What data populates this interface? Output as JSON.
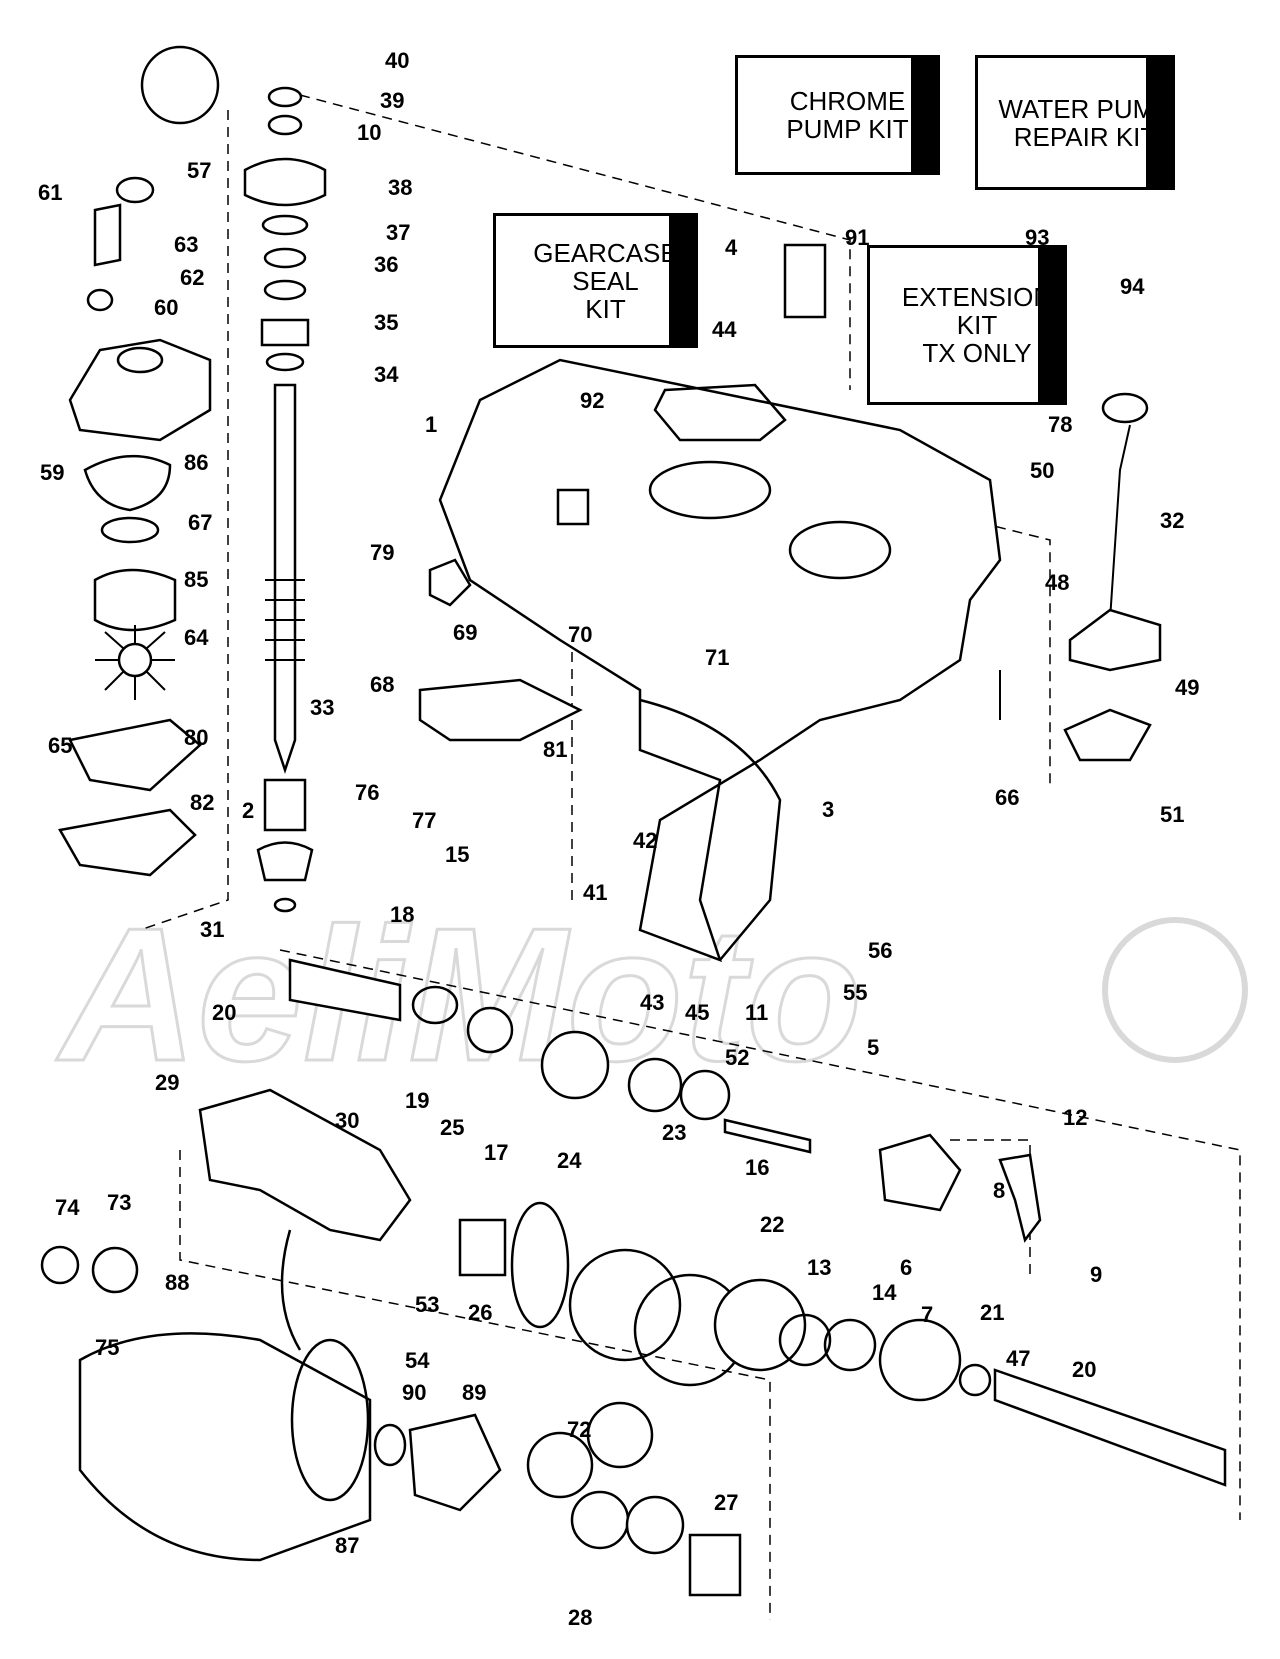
{
  "kits": [
    {
      "id": "kit-91",
      "text": "CHROME\nPUMP KIT",
      "number": "91"
    },
    {
      "id": "kit-93",
      "text": "WATER PUMP\nREPAIR KIT",
      "number": "93"
    },
    {
      "id": "kit-92",
      "text": "GEARCASE\nSEAL\nKIT",
      "number": "92"
    },
    {
      "id": "kit-94",
      "text": "EXTENSION\nKIT\nTX ONLY",
      "number": "94"
    }
  ],
  "watermark": "AeliMoto",
  "labels": [
    "1",
    "2",
    "3",
    "4",
    "5",
    "6",
    "7",
    "8",
    "9",
    "10",
    "11",
    "12",
    "13",
    "14",
    "15",
    "16",
    "17",
    "18",
    "19",
    "20",
    "20b",
    "21",
    "22",
    "23",
    "24",
    "25",
    "26",
    "27",
    "28",
    "29",
    "30",
    "31",
    "32",
    "33",
    "34",
    "35",
    "36",
    "37",
    "38",
    "39",
    "40",
    "41",
    "42",
    "43",
    "44",
    "45",
    "47",
    "48",
    "49",
    "50",
    "51",
    "52",
    "53",
    "54",
    "55",
    "56",
    "57",
    "59",
    "60",
    "61",
    "62",
    "63",
    "64",
    "65",
    "66",
    "67",
    "68",
    "69",
    "70",
    "71",
    "72",
    "73",
    "74",
    "75",
    "76",
    "77",
    "78",
    "79",
    "80",
    "81",
    "82",
    "85",
    "86",
    "87",
    "88",
    "89",
    "90"
  ],
  "label_text": {
    "1": "1",
    "2": "2",
    "3": "3",
    "4": "4",
    "5": "5",
    "6": "6",
    "7": "7",
    "8": "8",
    "9": "9",
    "10": "10",
    "11": "11",
    "12": "12",
    "13": "13",
    "14": "14",
    "15": "15",
    "16": "16",
    "17": "17",
    "18": "18",
    "19": "19",
    "20": "20",
    "20b": "20",
    "21": "21",
    "22": "22",
    "23": "23",
    "24": "24",
    "25": "25",
    "26": "26",
    "27": "27",
    "28": "28",
    "29": "29",
    "30": "30",
    "31": "31",
    "32": "32",
    "33": "33",
    "34": "34",
    "35": "35",
    "36": "36",
    "37": "37",
    "38": "38",
    "39": "39",
    "40": "40",
    "41": "41",
    "42": "42",
    "43": "43",
    "44": "44",
    "45": "45",
    "47": "47",
    "48": "48",
    "49": "49",
    "50": "50",
    "51": "51",
    "52": "52",
    "53": "53",
    "54": "54",
    "55": "55",
    "56": "56",
    "57": "57",
    "59": "59",
    "60": "60",
    "61": "61",
    "62": "62",
    "63": "63",
    "64": "64",
    "65": "65",
    "66": "66",
    "67": "67",
    "68": "68",
    "69": "69",
    "70": "70",
    "71": "71",
    "72": "72",
    "73": "73",
    "74": "74",
    "75": "75",
    "76": "76",
    "77": "77",
    "78": "78",
    "79": "79",
    "80": "80",
    "81": "81",
    "82": "82",
    "85": "85",
    "86": "86",
    "87": "87",
    "88": "88",
    "89": "89",
    "90": "90"
  }
}
